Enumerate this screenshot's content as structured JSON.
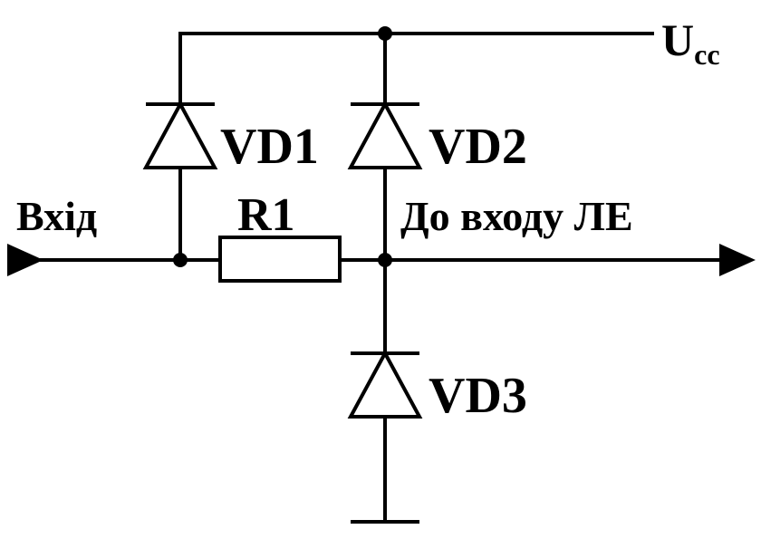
{
  "colors": {
    "ink": "#000000",
    "background": "#ffffff"
  },
  "supply": {
    "main": "U",
    "sub": "cc"
  },
  "labels": {
    "input": "Вхід",
    "output": "До входу ЛЕ",
    "resistor": "R1",
    "vd1": "VD1",
    "vd2": "VD2",
    "vd3": "VD3"
  }
}
